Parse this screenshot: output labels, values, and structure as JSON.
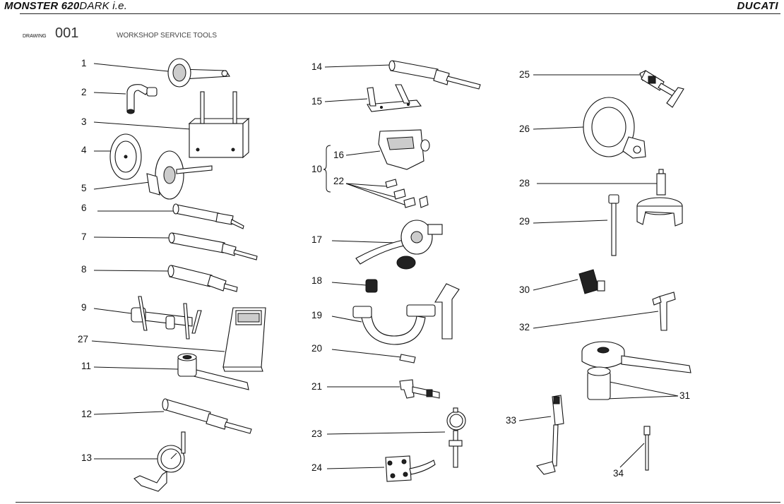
{
  "header": {
    "model_bold": "MONSTER 620",
    "model_thin": "DARK i.e.",
    "brand": "DUCATI"
  },
  "drawing": {
    "label": "DRAWING",
    "number": "001",
    "title": "WORKSHOP SERVICE TOOLS"
  },
  "callouts": [
    "1",
    "2",
    "3",
    "4",
    "5",
    "6",
    "7",
    "8",
    "9",
    "27",
    "11",
    "12",
    "13",
    "14",
    "15",
    "16",
    "10",
    "22",
    "17",
    "18",
    "19",
    "20",
    "21",
    "23",
    "24",
    "25",
    "26",
    "28",
    "29",
    "30",
    "32",
    "31",
    "33",
    "34"
  ]
}
